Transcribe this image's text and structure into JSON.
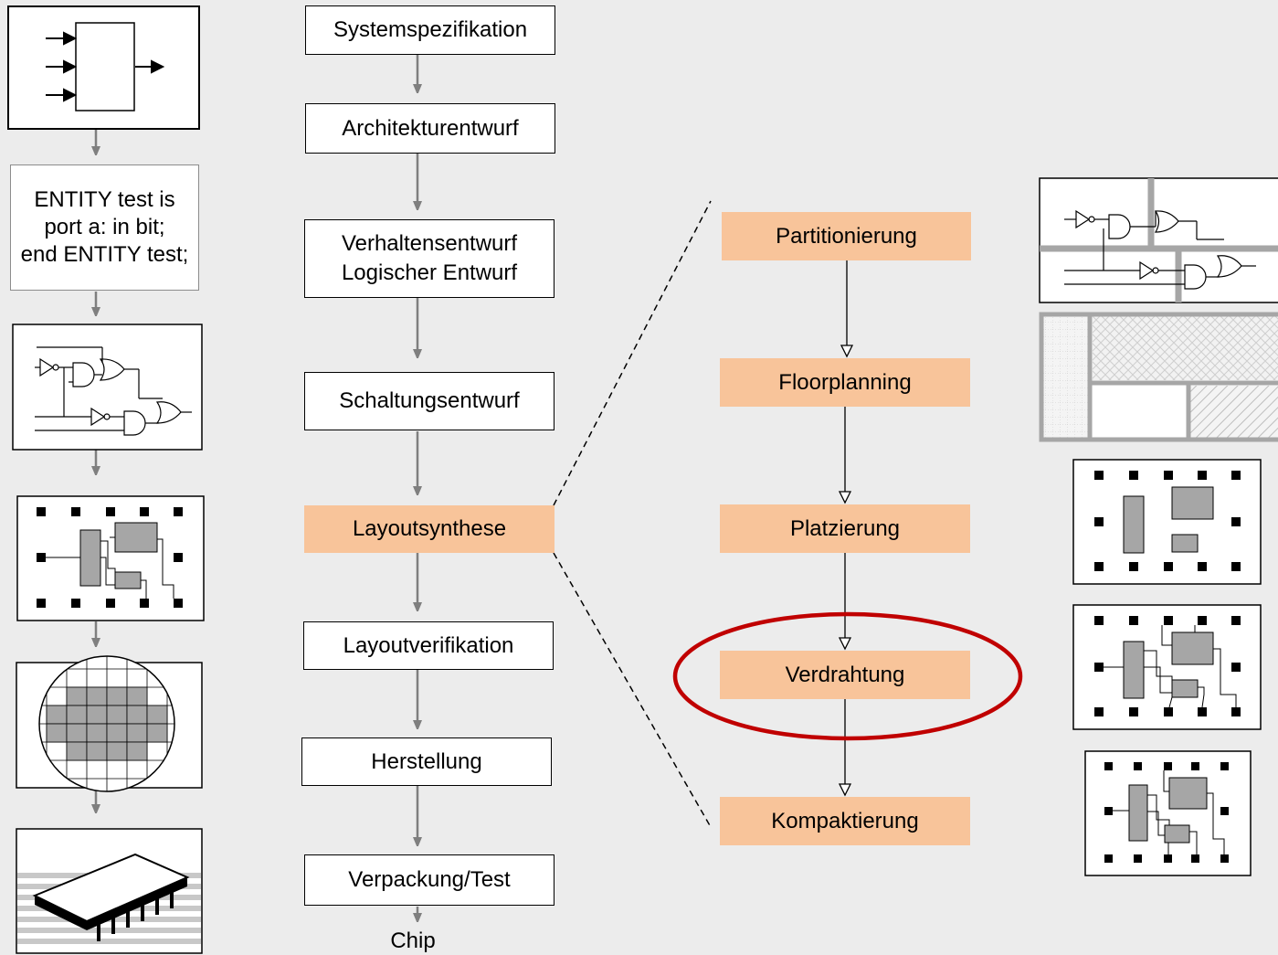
{
  "main_flow": [
    {
      "id": "systemspezifikation",
      "label": "Systemspezifikation"
    },
    {
      "id": "architekturentwurf",
      "label": "Architekturentwurf"
    },
    {
      "id": "verhaltensentwurf",
      "label": "Verhaltensentwurf\nLogischer Entwurf"
    },
    {
      "id": "schaltungsentwurf",
      "label": "Schaltungsentwurf"
    },
    {
      "id": "layoutsynthese",
      "label": "Layoutsynthese"
    },
    {
      "id": "layoutverifikation",
      "label": "Layoutverifikation"
    },
    {
      "id": "herstellung",
      "label": "Herstellung"
    },
    {
      "id": "verpackung",
      "label": "Verpackung/Test"
    }
  ],
  "chip_label": "Chip",
  "synthesis_steps": [
    {
      "id": "partitionierung",
      "label": "Partitionierung"
    },
    {
      "id": "floorplanning",
      "label": "Floorplanning"
    },
    {
      "id": "platzierung",
      "label": "Platzierung"
    },
    {
      "id": "verdrahtung",
      "label": "Verdrahtung",
      "highlighted": true
    },
    {
      "id": "kompaktierung",
      "label": "Kompaktierung"
    }
  ],
  "vhdl_code": "ENTITY test is\nport a: in bit;\nend ENTITY test;",
  "colors": {
    "background": "#ececec",
    "orange_box": "#f8c49a",
    "highlight_ellipse": "#c00000",
    "gray_arrow": "#7f7f7f",
    "block_fill": "#a6a6a6"
  }
}
